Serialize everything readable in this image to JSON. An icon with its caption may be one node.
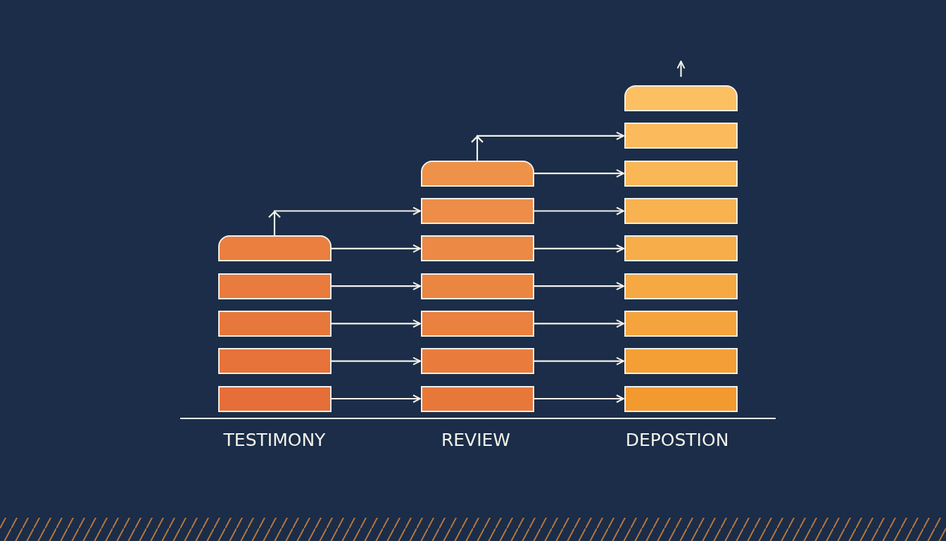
{
  "diagram": {
    "nodes": [
      {
        "text": [],
        "shape": "box"
      },
      {
        "text": [],
        "shape": "box"
      },
      {
        "text": [],
        "shape": "box"
      },
      {
        "text": [],
        "shape": "box"
      },
      {
        "text": [],
        "shape": "box"
      },
      {
        "text": [],
        "shape": "box"
      },
      {
        "text": [],
        "shape": "box"
      },
      {
        "text": [],
        "shape": "box"
      },
      {
        "text": [],
        "shape": "box"
      },
      {
        "text": [],
        "shape": "box"
      },
      {
        "text": [],
        "shape": "box"
      },
      {
        "text": [],
        "shape": "box"
      },
      {
        "text": [],
        "shape": "box"
      },
      {
        "text": [],
        "shape": "box"
      },
      {
        "text": [],
        "shape": "box"
      },
      {
        "text": [],
        "shape": "box"
      },
      {
        "text": [],
        "shape": "box"
      },
      {
        "text": [],
        "shape": "box"
      },
      {
        "text": [],
        "shape": "box"
      },
      {
        "text": [],
        "shape": "box"
      },
      {
        "text": [],
        "shape": "box"
      }
    ],
    "edges": [
      {
        "from": 0,
        "to": 6,
        "arrow": "to"
      },
      {
        "from": 0,
        "to": 7,
        "arrow": "to"
      },
      {
        "from": 1,
        "to": 8,
        "arrow": "to"
      },
      {
        "from": 2,
        "to": 9,
        "arrow": "to"
      },
      {
        "from": 3,
        "to": 10,
        "arrow": "to"
      },
      {
        "from": 4,
        "to": 11,
        "arrow": "to"
      },
      {
        "from": 5,
        "to": 13,
        "arrow": "to"
      },
      {
        "from": 5,
        "to": 14,
        "arrow": "to"
      },
      {
        "from": 6,
        "to": 15,
        "arrow": "to"
      },
      {
        "from": 7,
        "to": 16,
        "arrow": "to"
      },
      {
        "from": 8,
        "to": 17,
        "arrow": "to"
      },
      {
        "from": 9,
        "to": 18,
        "arrow": "to"
      },
      {
        "from": 10,
        "to": 19,
        "arrow": "to"
      },
      {
        "from": 11,
        "to": 20,
        "arrow": "to"
      },
      {
        "from": 12,
        "to": null,
        "arrow": "to"
      }
    ],
    "labels": [
      "TESTIMONY",
      "REVIEW",
      "DEPOSTION"
    ]
  }
}
